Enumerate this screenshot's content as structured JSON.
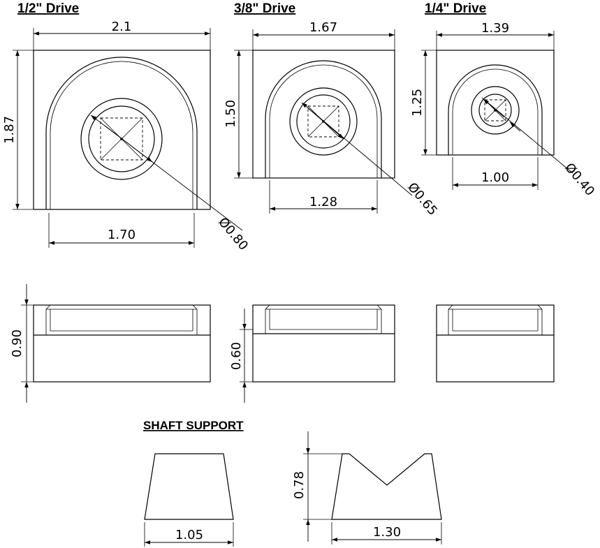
{
  "titles": {
    "half_drive": "1/2\" Drive",
    "three_eighths_drive": "3/8\" Drive",
    "quarter_drive": "1/4\" Drive",
    "shaft_support": "SHAFT SUPPORT"
  },
  "dimensions": {
    "half": {
      "width": "2.1",
      "height": "1.87",
      "inner_width": "1.70",
      "diameter": "Ø0.80",
      "side_height": "0.90"
    },
    "three_eighths": {
      "width": "1.67",
      "height": "1.50",
      "inner_width": "1.28",
      "diameter": "Ø0.65",
      "side_height": "0.60"
    },
    "quarter": {
      "width": "1.39",
      "height": "1.25",
      "inner_width": "1.00",
      "diameter": "Ø0.40"
    },
    "shaft": {
      "bottom_width_left": "1.05",
      "height": "0.78",
      "bottom_width_right": "1.30"
    }
  }
}
